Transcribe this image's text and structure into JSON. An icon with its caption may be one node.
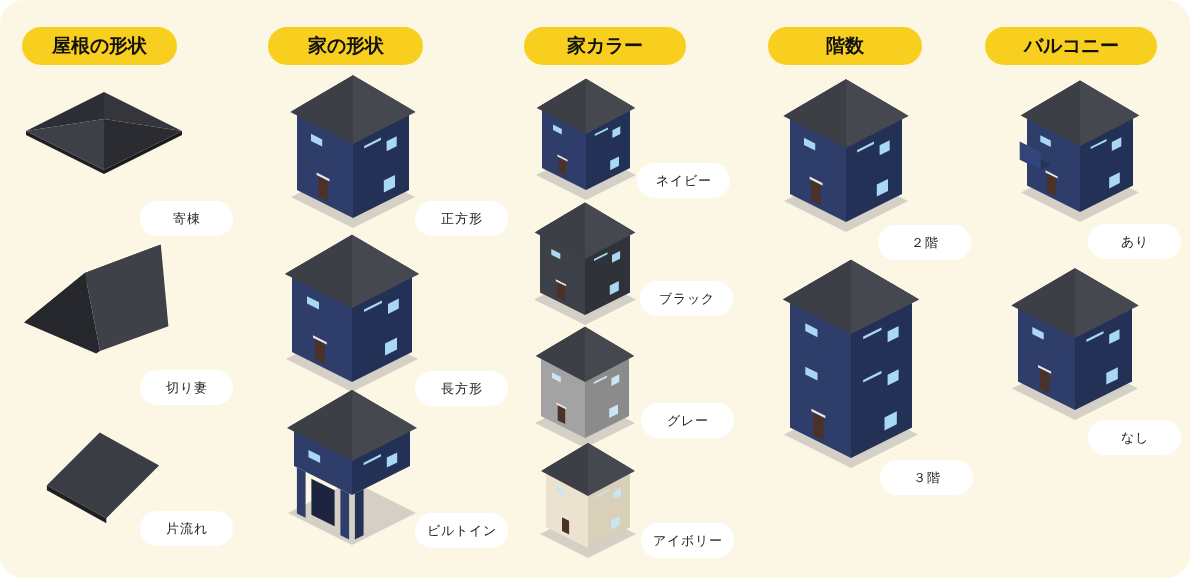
{
  "diagram": {
    "nodes": [
      {
        "text": [
          "屋根の形状"
        ]
      },
      {
        "text": [
          "家の形状"
        ]
      },
      {
        "text": [
          "家カラー"
        ]
      },
      {
        "text": [
          "階数"
        ]
      },
      {
        "text": [
          "バルコニー"
        ]
      },
      {
        "text": [
          "寄棟"
        ]
      },
      {
        "text": [
          "切り妻"
        ]
      },
      {
        "text": [
          "片流れ"
        ]
      },
      {
        "text": [
          "正方形"
        ]
      },
      {
        "text": [
          "長方形"
        ]
      },
      {
        "text": [
          "ビルトイン"
        ]
      },
      {
        "text": [
          "ネイビー"
        ]
      },
      {
        "text": [
          "ブラック"
        ]
      },
      {
        "text": [
          "グレー"
        ]
      },
      {
        "text": [
          "アイボリー"
        ]
      },
      {
        "text": [
          "２階"
        ]
      },
      {
        "text": [
          "３階"
        ]
      },
      {
        "text": [
          "あり"
        ]
      },
      {
        "text": [
          "なし"
        ]
      }
    ]
  }
}
